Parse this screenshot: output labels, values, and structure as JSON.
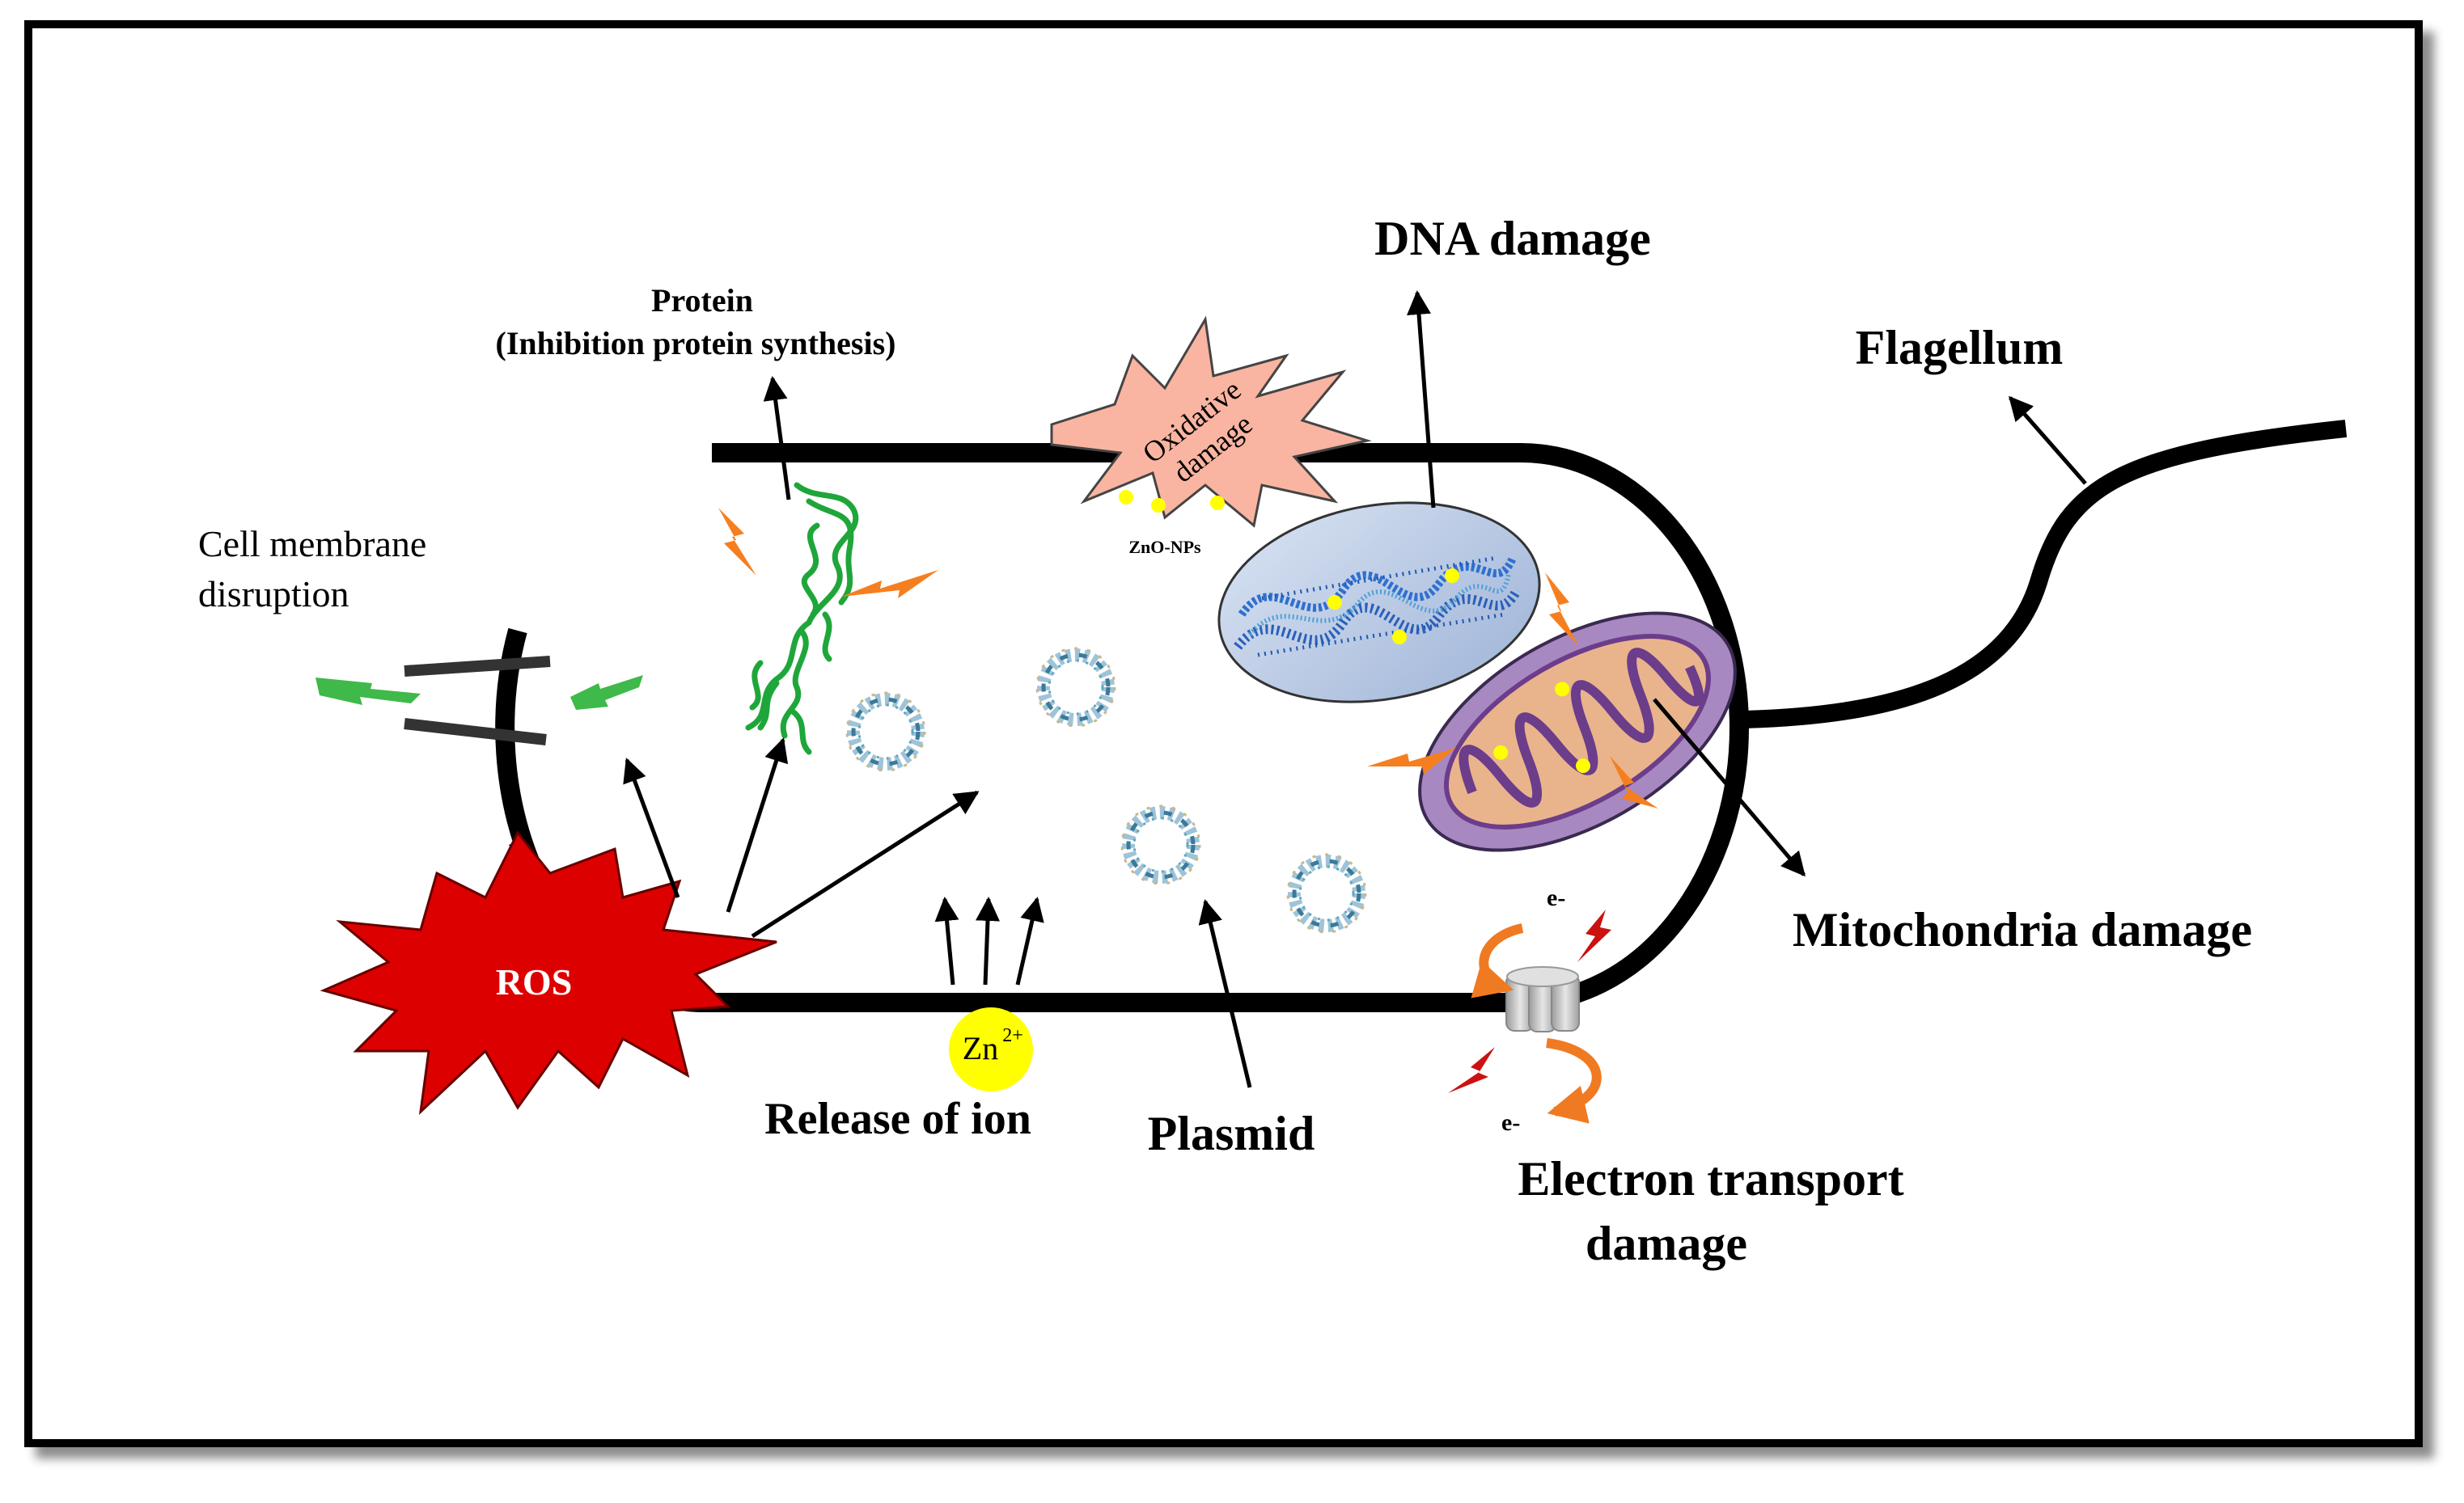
{
  "labels": {
    "protein_line1": "Protein",
    "protein_line2": "(Inhibition protein synthesis)",
    "oxidative_line1": "Oxidative",
    "oxidative_line2": "damage",
    "zno": "ZnO-NPs",
    "dna_damage": "DNA damage",
    "flagellum": "Flagellum",
    "cell_membrane_line1": "Cell membrane",
    "cell_membrane_line2": "disruption",
    "ros": "ROS",
    "zn_ion": "Zn",
    "zn_charge": "2+",
    "release_of_ion": "Release of ion",
    "plasmid": "Plasmid",
    "mitochondria_damage": "Mitochondria damage",
    "electron_transport_line1": "Electron transport",
    "electron_transport_line2": "damage",
    "electron_top": "e-",
    "electron_bottom": "e-"
  },
  "icons": [
    "protein-structure-icon",
    "dna-nucleoid-icon",
    "mitochondrion-icon",
    "plasmid-ring-icon",
    "ion-channel-icon",
    "lightning-bolt-icon",
    "starburst-icon"
  ],
  "colors": {
    "frame": "#000000",
    "cell_wall": "#000000",
    "ros_burst": "#dd0000",
    "ros_text": "#ffffff",
    "oxidative_burst": "#f9b5a1",
    "zinc_particle": "#ffff00",
    "protein": "#1fa63a",
    "membrane_bolt": "#3fb94a",
    "orange_bolt": "#f57f20",
    "red_bolt": "#cc1111",
    "nucleoid_fill": "#b3c6e6",
    "dna_strand": "#2f6fd0",
    "mito_outer": "#a888c0",
    "mito_inner": "#e9b48c",
    "mito_cristae": "#6b3d8a",
    "channel": "#c8c8c8",
    "electron_arrow": "#f07a22"
  }
}
